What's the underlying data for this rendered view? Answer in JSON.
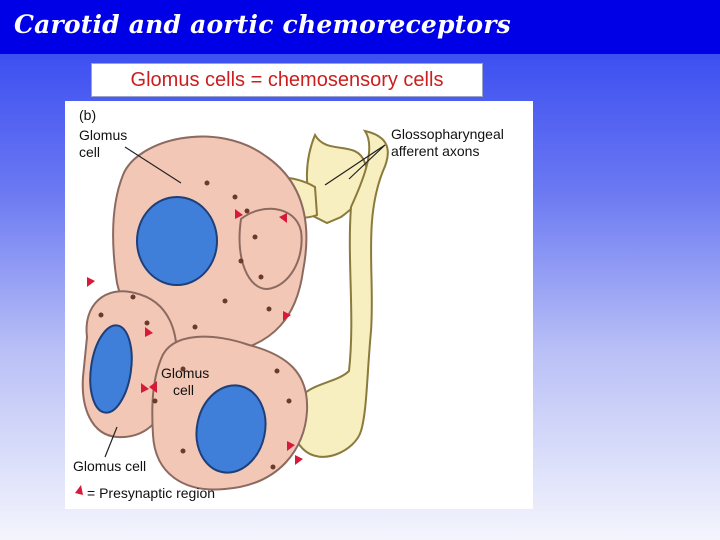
{
  "slide": {
    "title": "Carotid and aortic chemoreceptors",
    "subtitle": "Glomus cells = chemosensory cells"
  },
  "figure": {
    "panel_label": "(b)",
    "labels": {
      "glomus_cell_top_line1": "Glomus",
      "glomus_cell_top_line2": "cell",
      "glomus_cell_middle_line1": "Glomus",
      "glomus_cell_middle_line2": "cell",
      "glomus_cell_bottom": "Glomus cell",
      "afferent_line1": "Glossopharyngeal",
      "afferent_line2": "afferent axons"
    },
    "legend": {
      "marker_text": "= Presynaptic region"
    }
  },
  "colors": {
    "title_bar": "#0000e6",
    "subtitle_text": "#cc1e1e",
    "cell_fill": "#f2c7b6",
    "nucleus_fill": "#3f7fd9",
    "axon_fill": "#f7efc0",
    "presynaptic_marker": "#d81a3a"
  }
}
